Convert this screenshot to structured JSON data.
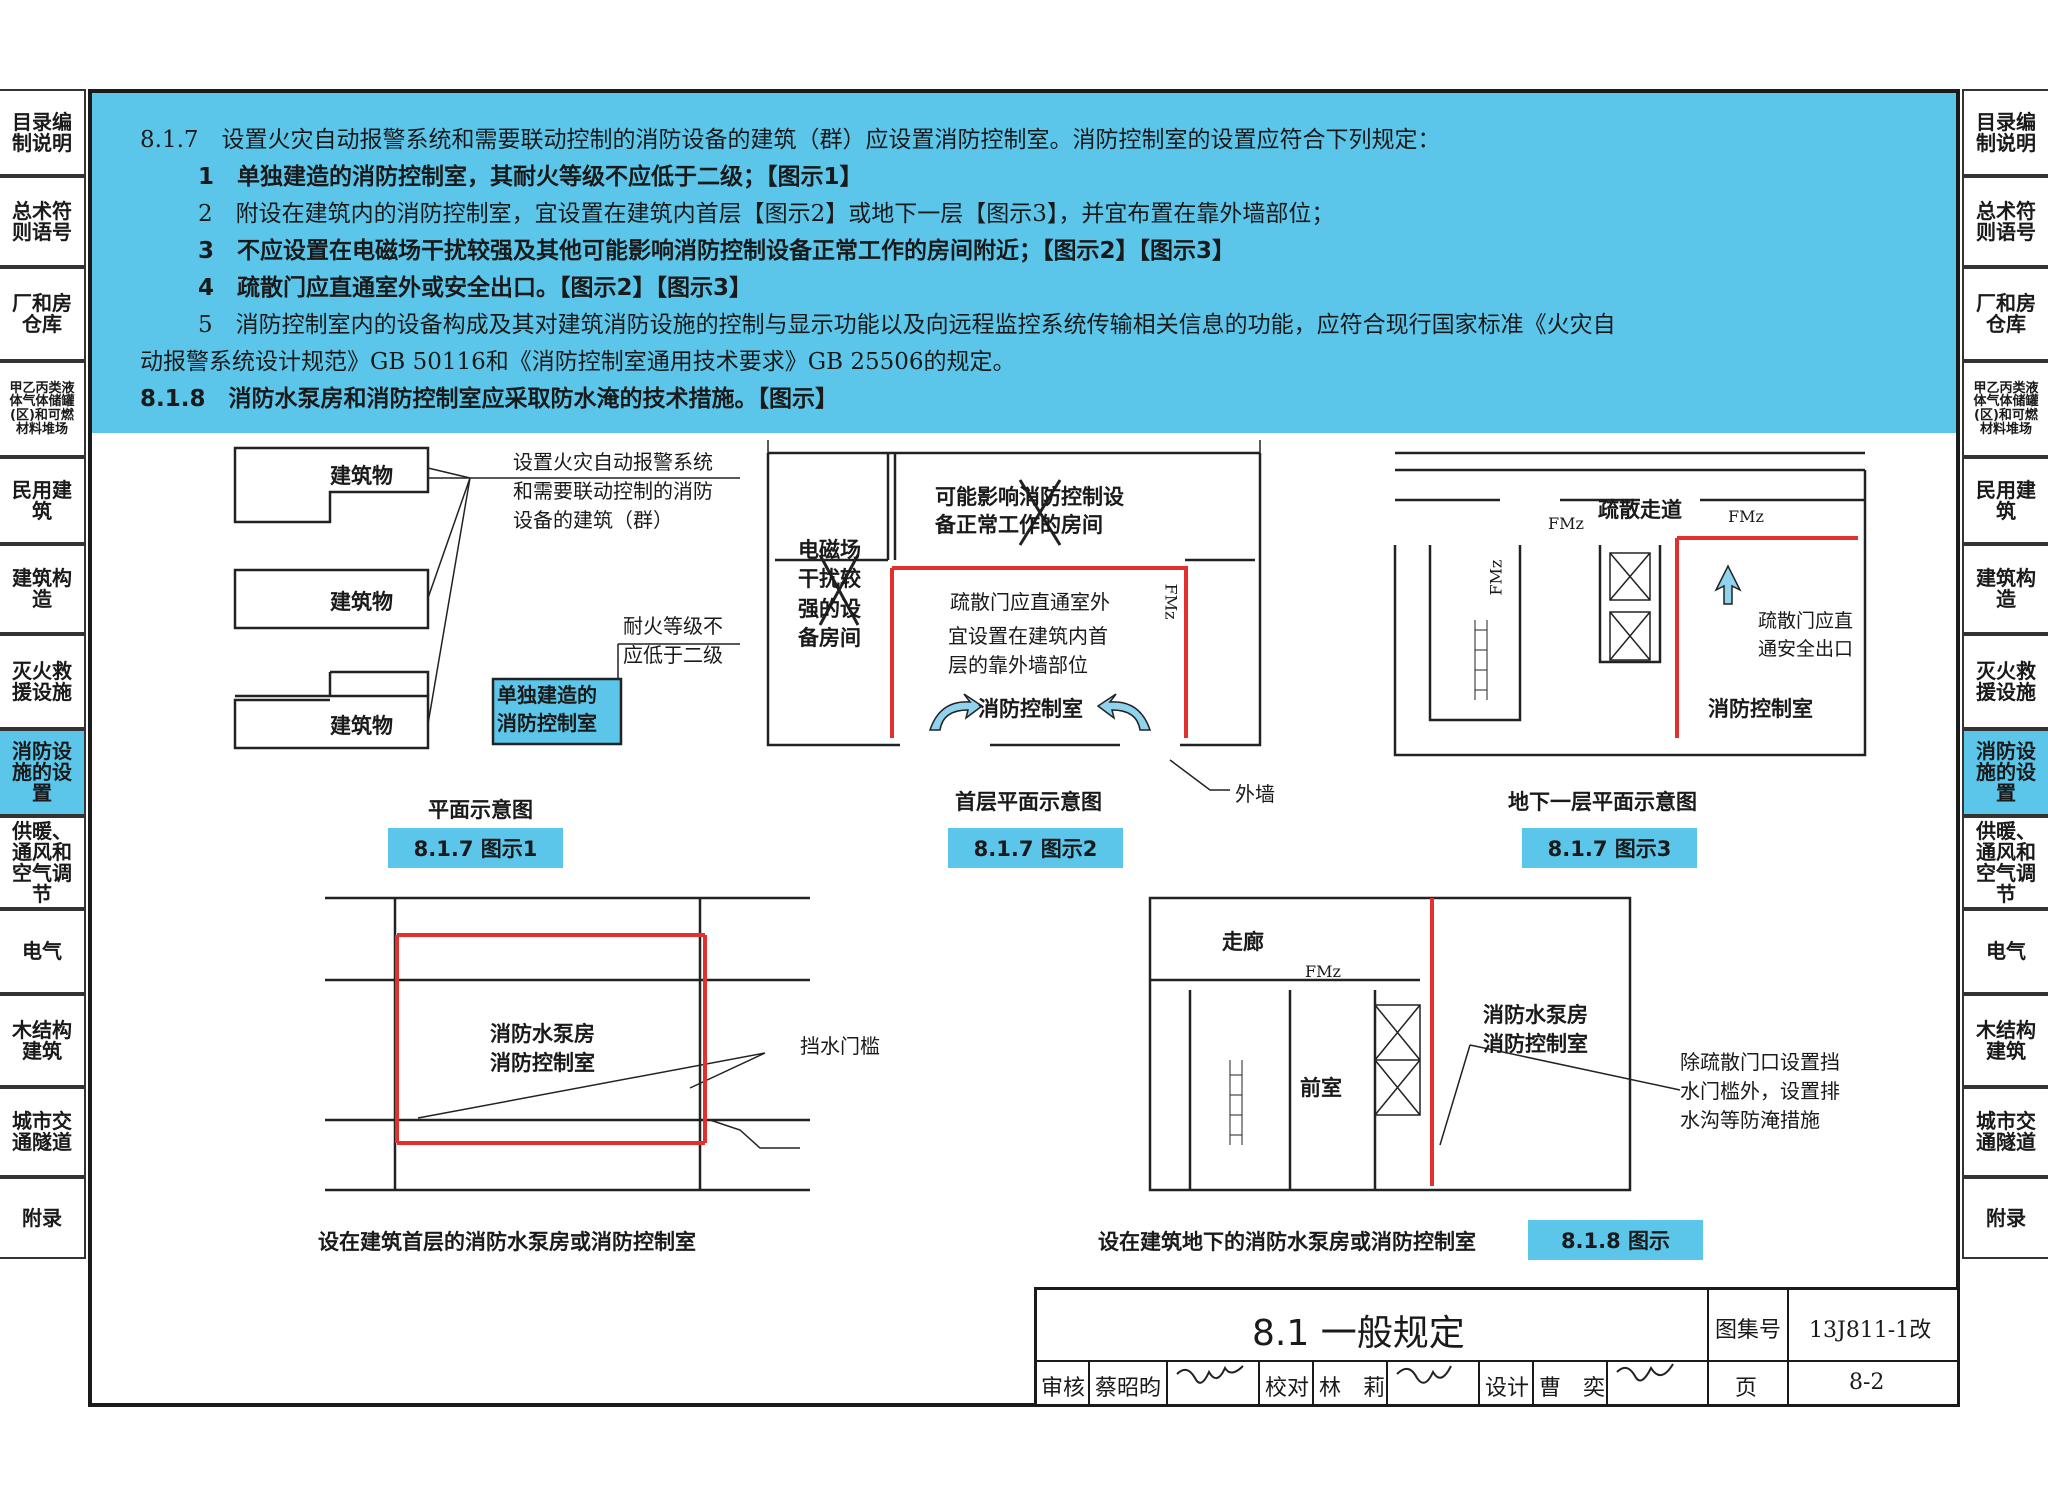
{
  "left_tabs": [
    {
      "label": "目录编制说明"
    },
    {
      "label": "总术符则语号"
    },
    {
      "label": "厂和房仓库"
    },
    {
      "label": "甲乙丙类液体气体储罐(区)和可燃材料堆场"
    },
    {
      "label": "民用建筑"
    },
    {
      "label": "建筑构造"
    },
    {
      "label": "灭火救援设施"
    },
    {
      "label": "消防设施的设置"
    },
    {
      "label": "供暖、通风和空气调节"
    },
    {
      "label": "电气"
    },
    {
      "label": "木结构建筑"
    },
    {
      "label": "城市交通隧道"
    },
    {
      "label": "附录"
    }
  ],
  "right_tabs": [
    {
      "label": "目录编制说明"
    },
    {
      "label": "总术符则语号"
    },
    {
      "label": "厂和房仓库"
    },
    {
      "label": "甲乙丙类液体气体储罐(区)和可燃材料堆场"
    },
    {
      "label": "民用建筑"
    },
    {
      "label": "建筑构造"
    },
    {
      "label": "灭火救援设施"
    },
    {
      "label": "消防设施的设置"
    },
    {
      "label": "供暖、通风和空气调节"
    },
    {
      "label": "电气"
    },
    {
      "label": "木结构建筑"
    },
    {
      "label": "城市交通隧道"
    },
    {
      "label": "附录"
    }
  ],
  "clauses": {
    "c817": "8.1.7　设置火灾自动报警系统和需要联动控制的消防设备的建筑（群）应设置消防控制室。消防控制室的设置应符合下列规定：",
    "c1": "1　单独建造的消防控制室，其耐火等级不应低于二级；【图示1】",
    "c2": "2　附设在建筑内的消防控制室，宜设置在建筑内首层【图示2】或地下一层【图示3】，并宜布置在靠外墙部位；",
    "c3": "3　不应设置在电磁场干扰较强及其他可能影响消防控制设备正常工作的房间附近；【图示2】【图示3】",
    "c4": "4　疏散门应直通室外或安全出口。【图示2】【图示3】",
    "c5a": "5　消防控制室内的设备构成及其对建筑消防设施的控制与显示功能以及向远程监控系统传输相关信息的功能，应符合现行国家标准《火灾自",
    "c5b": "动报警系统设计规范》GB 50116和《消防控制室通用技术要求》GB 25506的规定。",
    "c818": "8.1.8　消防水泵房和消防控制室应采取防水淹的技术措施。【图示】"
  },
  "fig1": {
    "building": "建筑物",
    "note": "设置火灾自动报警系统\n和需要联动控制的消防\n设备的建筑（群）",
    "fire_note": "耐火等级不\n应低于二级",
    "room": "单独建造的\n消防控制室",
    "caption": "平面示意图",
    "tag": "8.1.7  图示1"
  },
  "fig2": {
    "em_room": "电磁场\n干扰较\n强的设\n备房间",
    "affect_room": "可能影响消防控制设\n备正常工作的房间",
    "exit_note": "疏散门应直通室外",
    "wall_note": "宜设置在建筑内首\n层的靠外墙部位",
    "room": "消防控制室",
    "fm": "FMz",
    "outer_wall": "外墙",
    "caption": "首层平面示意图",
    "tag": "8.1.7  图示2"
  },
  "fig3": {
    "corridor": "疏散走道",
    "fm": "FMz",
    "exit_note": "疏散门应直\n通安全出口",
    "room": "消防控制室",
    "caption": "地下一层平面示意图",
    "tag": "8.1.7  图示3"
  },
  "fig4": {
    "room": "消防水泵房\n消防控制室",
    "sill": "挡水门槛",
    "caption": "设在建筑首层的消防水泵房或消防控制室"
  },
  "fig5": {
    "corridor": "走廊",
    "anteroom": "前室",
    "fm": "FMz",
    "room": "消防水泵房\n消防控制室",
    "note": "除疏散门口设置挡\n水门槛外，设置排\n水沟等防淹措施",
    "caption": "设在建筑地下的消防水泵房或消防控制室",
    "tag": "8.1.8  图示"
  },
  "title_block": {
    "title": "8.1  一般规定",
    "atlas_label": "图集号",
    "atlas_no": "13J811-1改",
    "review_label": "审核",
    "reviewer": "蔡昭昀",
    "check_label": "校对",
    "checker": "林　莉",
    "design_label": "设计",
    "designer": "曹　奕",
    "page_label": "页",
    "page_no": "8-2"
  },
  "colors": {
    "banner": "#5cc6ea",
    "wall_red": "#e03030"
  }
}
